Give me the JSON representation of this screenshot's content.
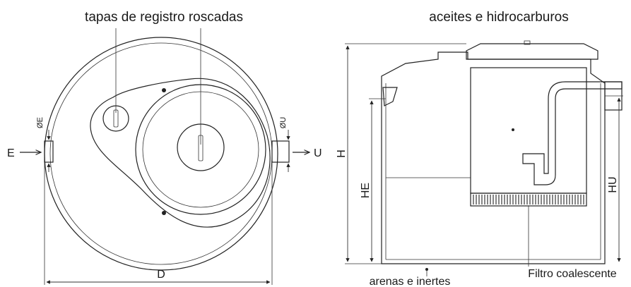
{
  "labels": {
    "top_left": "tapas de registro roscadas",
    "top_right": "aceites e hidrocarburos",
    "bottom_mid": "arenas e inertes",
    "bottom_right": "Filtro coalescente"
  },
  "dims": {
    "inlet": "E",
    "outlet": "U",
    "inlet_diam": "ØE",
    "outlet_diam": "ØU",
    "diameter": "D",
    "height": "H",
    "inlet_height": "HE",
    "outlet_height": "HU"
  },
  "colors": {
    "line": "#222222",
    "background": "#ffffff"
  }
}
